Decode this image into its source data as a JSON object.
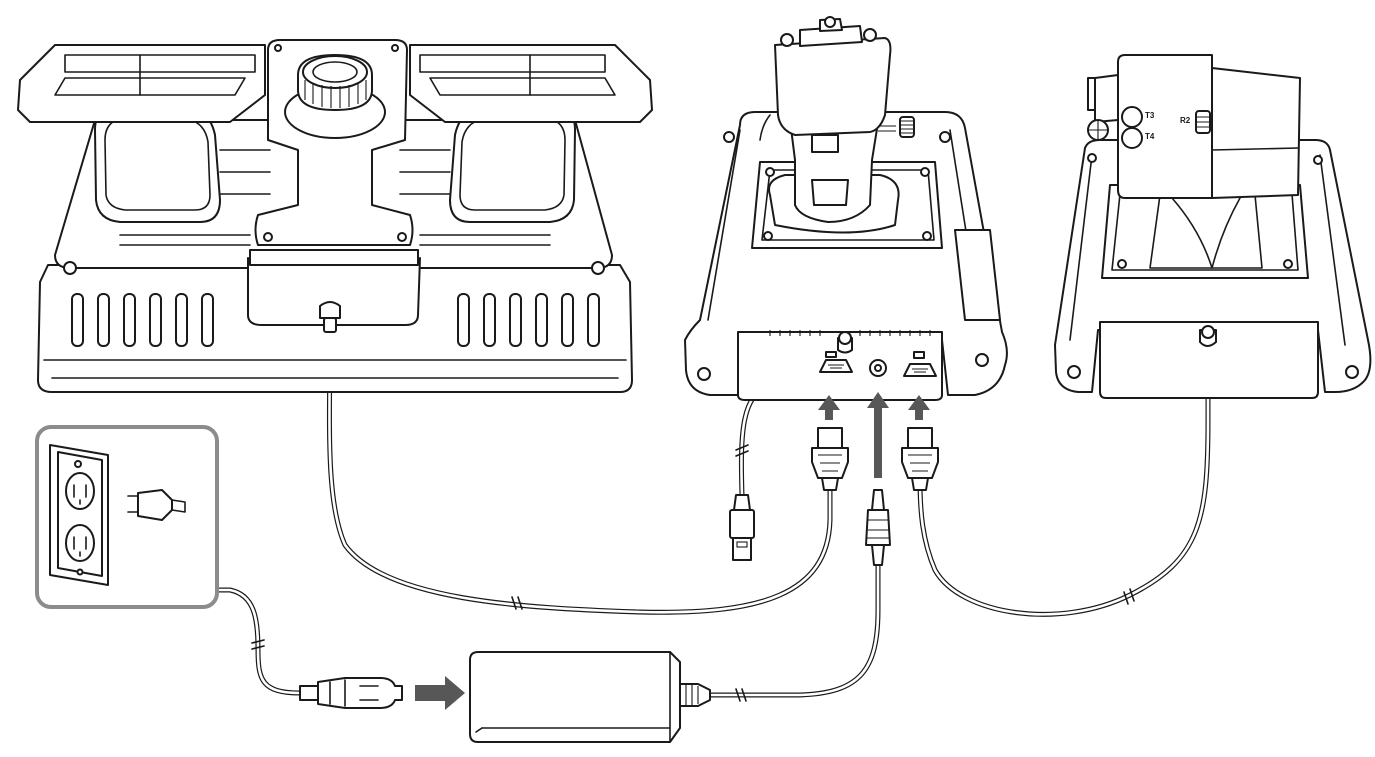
{
  "throttle": {
    "button_t3": "T3",
    "button_t4": "T4",
    "rocker_r2": "R2"
  },
  "colors": {
    "line": "#1a1a1a",
    "arrow": "#575757",
    "inset_border": "#8c8c8c",
    "background": "#ffffff"
  }
}
